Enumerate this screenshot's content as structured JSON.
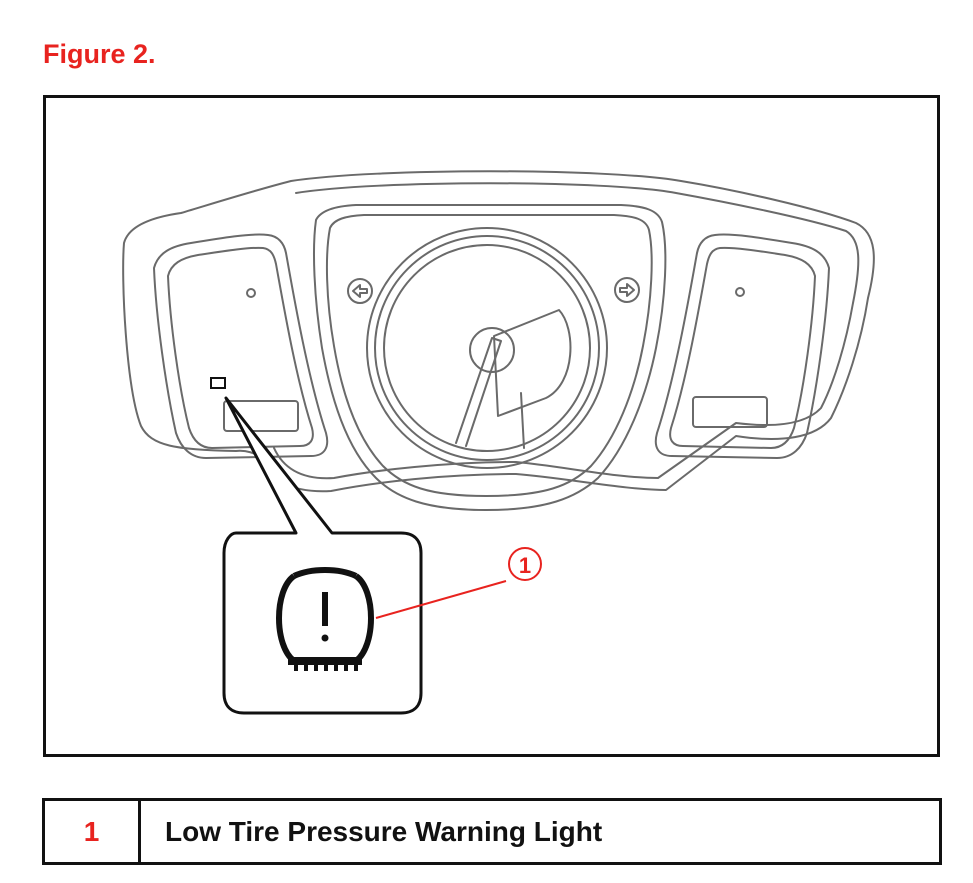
{
  "figure": {
    "title": "Figure 2.",
    "callout_number": "1",
    "accent_color": "#e8231f",
    "outline_color": "#6a6a6a",
    "icon": "low-tire-pressure-warning-icon"
  },
  "legend": {
    "rows": [
      {
        "number": "1",
        "description": "Low Tire Pressure Warning Light"
      }
    ]
  }
}
